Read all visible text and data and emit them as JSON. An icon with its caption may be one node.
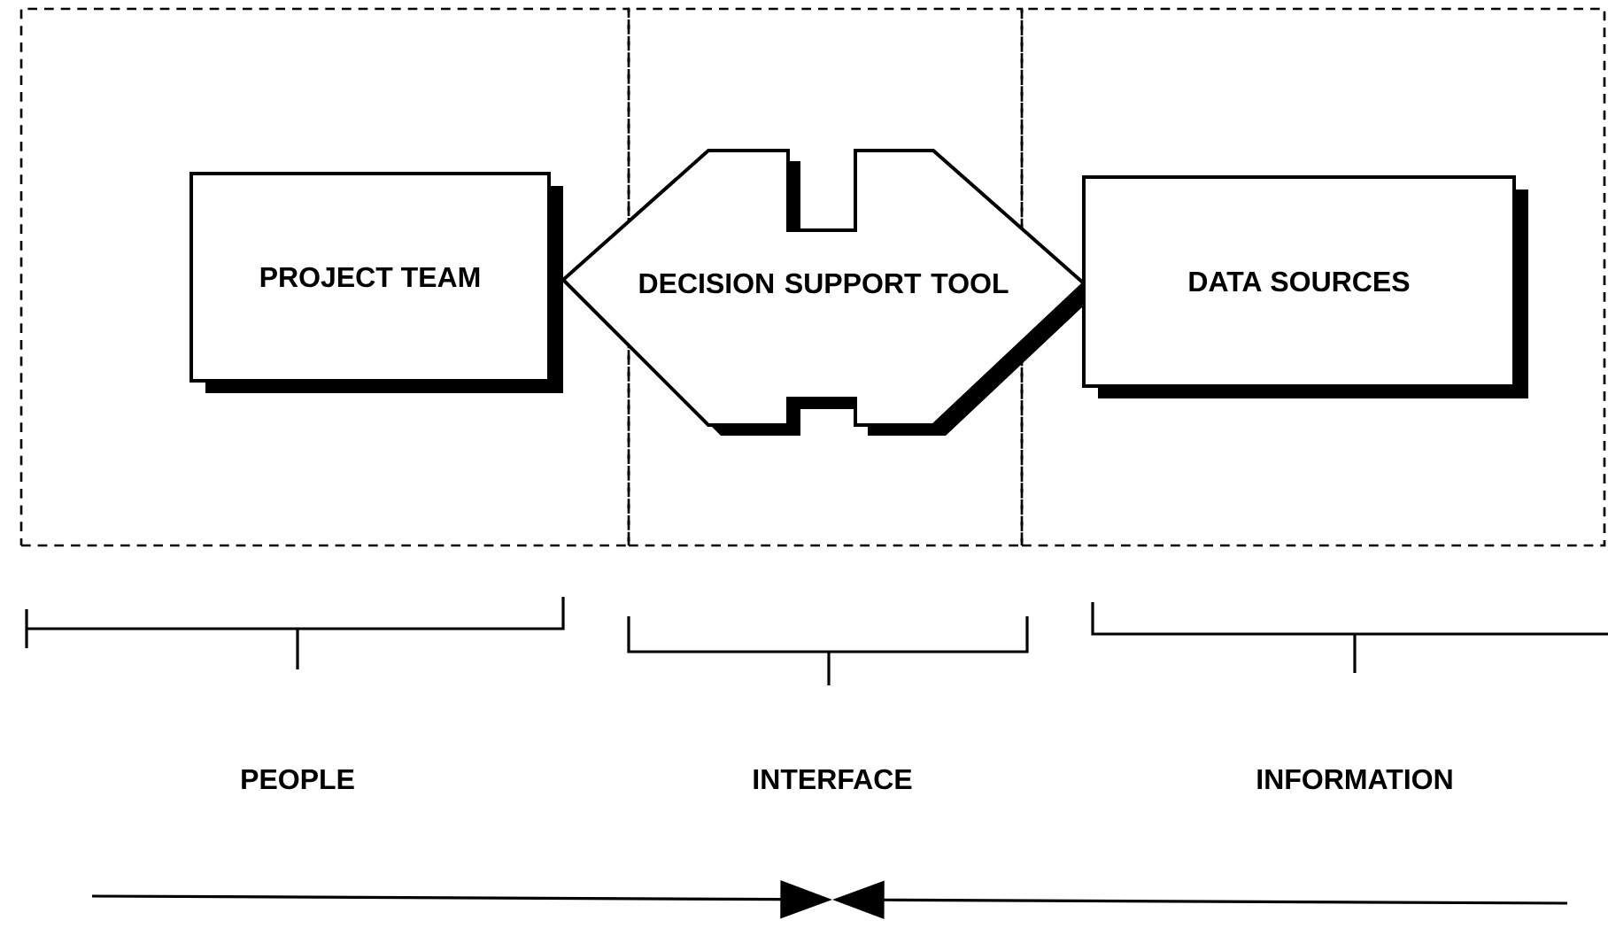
{
  "diagram": {
    "nodes": [
      {
        "text": [],
        "shape": "box"
      },
      {
        "text": [],
        "shape": "box"
      },
      {
        "text": [],
        "shape": "box"
      },
      {
        "text": [
          "PROJECT TEAM"
        ],
        "in": 0
      },
      {
        "text": [
          "DECISION SUPPORT TOOL"
        ]
      },
      {
        "text": [
          "DATA SOURCES"
        ],
        "in": 2
      }
    ],
    "labels": [
      "PEOPLE",
      "INTERFACE",
      "INFORMATION"
    ]
  }
}
